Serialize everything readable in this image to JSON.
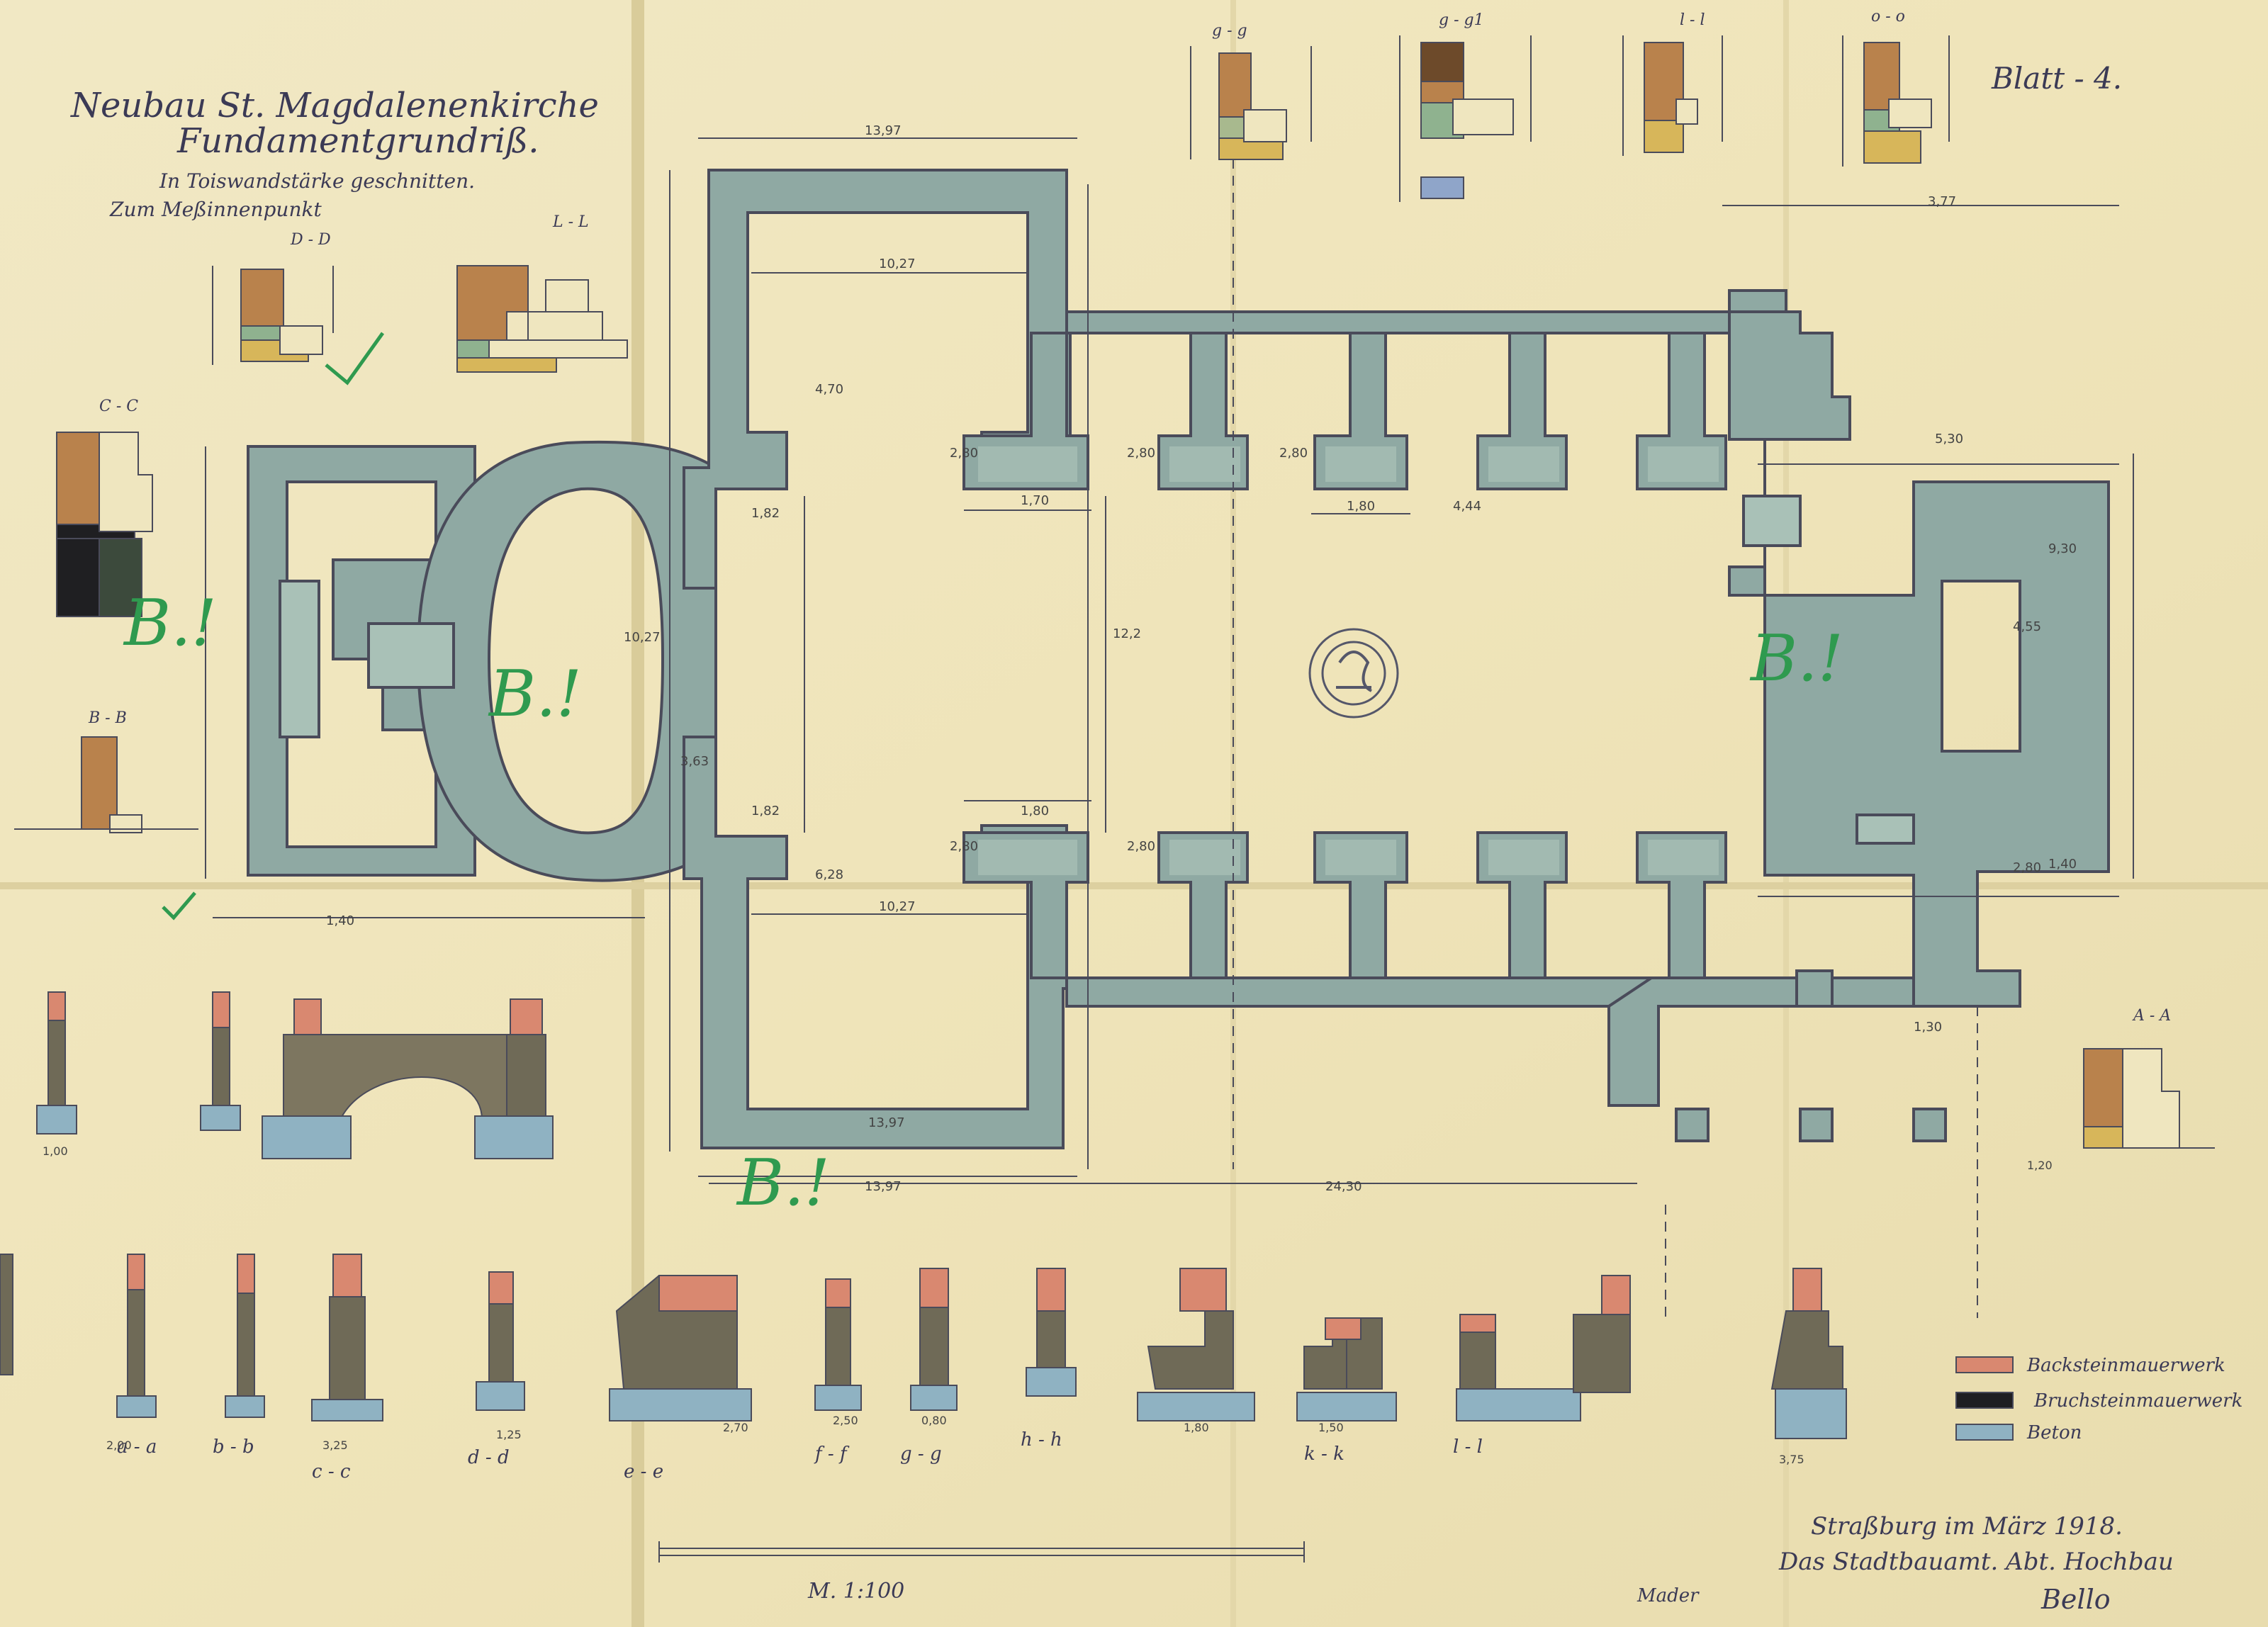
{
  "title": {
    "line1": "Neubau St. Magdalenenkirche",
    "line2": "Fundamentgrundriß.",
    "note1": "In Toiswandstärke geschnitten.",
    "note2": "Zum Meßinnenpunkt"
  },
  "sheet_number": "Blatt - 4.",
  "stamp_marks": [
    "B.!",
    "B.!",
    "B.!",
    "B.!"
  ],
  "legend": {
    "items": [
      {
        "label": "Backsteinmauerwerk",
        "color": "#d98870"
      },
      {
        "label": "Bruchsteinmauerwerk",
        "color": "#1f1f22"
      },
      {
        "label": "Beton",
        "color": "#8fb2c2"
      }
    ]
  },
  "scale_text": "M. 1:100",
  "signature": {
    "place_date": "Straßburg im März 1918.",
    "office": "Das Stadtbauamt. Abt. Hochbau",
    "name": "Bello",
    "maker": "Mader"
  },
  "section_labels": {
    "top": [
      "g - g",
      "g - g1",
      "l - l",
      "o - o"
    ],
    "left": [
      "D - D",
      "L - L",
      "C - C",
      "B - B"
    ],
    "right": [
      "A - A"
    ],
    "bottom": [
      "a - a",
      "b - b",
      "c - c",
      "d - d",
      "e - e",
      "f - f",
      "g - g",
      "h - h",
      "k - k",
      "l - l"
    ]
  },
  "dimensions": {
    "plan": [
      "13,97",
      "10,27",
      "10,27",
      "13,97",
      "2,80",
      "2,80",
      "2,80",
      "2,80",
      "1,70",
      "1,80",
      "1,80",
      "2,80",
      "1,40",
      "5,30",
      "2,80",
      "4,70",
      "6,28",
      "12,2",
      "10,27",
      "13,97",
      "3,77",
      "9,30",
      "24,30",
      "4,55",
      "1,82",
      "1,82",
      "3,63",
      "4,44",
      "1,40",
      "1,30"
    ],
    "sections": [
      "2,00",
      "1,00",
      "3,25",
      "1,25",
      "2,70",
      "2,50",
      "0,80",
      "1,80",
      "1,50",
      "3,75",
      "1,20"
    ]
  },
  "colors": {
    "paper": "#efe6bf",
    "foundation_fill": "#8fa9a3",
    "foundation_inner": "#a9c1b7",
    "line": "#4a4b5a",
    "brick": "#d98870",
    "stone": "#6f6a57",
    "concrete": "#8fb2c2",
    "earth": "#b9824c",
    "sand": "#d7b65a",
    "green_mark": "#2f9a4f"
  }
}
